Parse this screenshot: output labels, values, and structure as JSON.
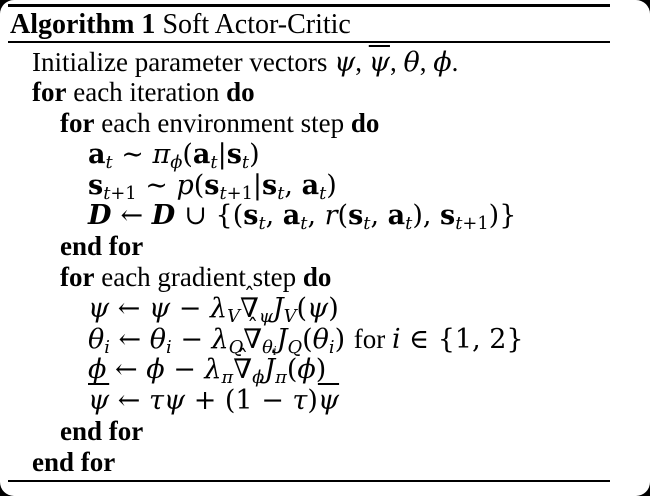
{
  "colors": {
    "background": "#ffffff",
    "text": "#000000",
    "corner": "#000000",
    "rule": "#000000"
  },
  "algorithm": {
    "label": "Algorithm 1",
    "title": "Soft Actor-Critic",
    "lines": [
      {
        "indent": 0,
        "tokens": [
          {
            "r": "Initialize parameter vectors "
          },
          {
            "i": "ψ"
          },
          {
            "r": ", "
          },
          {
            "bar": [
              {
                "i": "ψ"
              }
            ]
          },
          {
            "r": ", "
          },
          {
            "i": "θ"
          },
          {
            "r": ", "
          },
          {
            "i": "ϕ"
          },
          {
            "r": "."
          }
        ]
      },
      {
        "indent": 0,
        "tokens": [
          {
            "b": "for"
          },
          {
            "r": " each iteration "
          },
          {
            "b": "do"
          }
        ]
      },
      {
        "indent": 1,
        "tokens": [
          {
            "b": "for"
          },
          {
            "r": " each environment step "
          },
          {
            "b": "do"
          }
        ]
      },
      {
        "indent": 2,
        "tokens": [
          {
            "bf": "a"
          },
          {
            "sub": [
              {
                "i": "t"
              }
            ]
          },
          {
            "m": " ∼ "
          },
          {
            "i": "π"
          },
          {
            "sub": [
              {
                "i": "ϕ"
              }
            ]
          },
          {
            "m": "("
          },
          {
            "bf": "a"
          },
          {
            "sub": [
              {
                "i": "t"
              }
            ]
          },
          {
            "m": "|"
          },
          {
            "bf": "s"
          },
          {
            "sub": [
              {
                "i": "t"
              }
            ]
          },
          {
            "m": ")"
          }
        ]
      },
      {
        "indent": 2,
        "tokens": [
          {
            "bf": "s"
          },
          {
            "sub": [
              {
                "i": "t"
              },
              {
                "m": "+1"
              }
            ]
          },
          {
            "m": " ∼ "
          },
          {
            "i": "p"
          },
          {
            "m": "("
          },
          {
            "bf": "s"
          },
          {
            "sub": [
              {
                "i": "t"
              },
              {
                "m": "+1"
              }
            ]
          },
          {
            "m": "|"
          },
          {
            "bf": "s"
          },
          {
            "sub": [
              {
                "i": "t"
              }
            ]
          },
          {
            "m": ", "
          },
          {
            "bf": "a"
          },
          {
            "sub": [
              {
                "i": "t"
              }
            ]
          },
          {
            "m": ")"
          }
        ]
      },
      {
        "indent": 2,
        "tokens": [
          {
            "scr": "D"
          },
          {
            "m": " ← "
          },
          {
            "scr": "D"
          },
          {
            "m": " ∪ {("
          },
          {
            "bf": "s"
          },
          {
            "sub": [
              {
                "i": "t"
              }
            ]
          },
          {
            "m": ", "
          },
          {
            "bf": "a"
          },
          {
            "sub": [
              {
                "i": "t"
              }
            ]
          },
          {
            "m": ", "
          },
          {
            "i": "r"
          },
          {
            "m": "("
          },
          {
            "bf": "s"
          },
          {
            "sub": [
              {
                "i": "t"
              }
            ]
          },
          {
            "m": ", "
          },
          {
            "bf": "a"
          },
          {
            "sub": [
              {
                "i": "t"
              }
            ]
          },
          {
            "m": "), "
          },
          {
            "bf": "s"
          },
          {
            "sub": [
              {
                "i": "t"
              },
              {
                "m": "+1"
              }
            ]
          },
          {
            "m": ")}"
          }
        ]
      },
      {
        "indent": 1,
        "tokens": [
          {
            "b": "end for"
          }
        ]
      },
      {
        "indent": 1,
        "tokens": [
          {
            "b": "for"
          },
          {
            "r": " each gradient step "
          },
          {
            "b": "do"
          }
        ]
      },
      {
        "indent": 2,
        "tokens": [
          {
            "i": "ψ"
          },
          {
            "m": " ← "
          },
          {
            "i": "ψ"
          },
          {
            "m": " − "
          },
          {
            "i": "λ"
          },
          {
            "sub": [
              {
                "i": "V"
              }
            ]
          },
          {
            "hat": "∇"
          },
          {
            "sub": [
              {
                "i": "ψ"
              }
            ]
          },
          {
            "i": "J"
          },
          {
            "sub": [
              {
                "i": "V"
              }
            ]
          },
          {
            "m": "("
          },
          {
            "i": "ψ"
          },
          {
            "m": ")"
          }
        ]
      },
      {
        "indent": 2,
        "tokens": [
          {
            "i": "θ"
          },
          {
            "sub": [
              {
                "i": "i"
              }
            ]
          },
          {
            "m": " ← "
          },
          {
            "i": "θ"
          },
          {
            "sub": [
              {
                "i": "i"
              }
            ]
          },
          {
            "m": " − "
          },
          {
            "i": "λ"
          },
          {
            "sub": [
              {
                "i": "Q"
              }
            ]
          },
          {
            "hat": "∇"
          },
          {
            "sub": [
              {
                "i": "θ"
              },
              {
                "sub": [
                  {
                    "i": "i"
                  }
                ]
              }
            ]
          },
          {
            "i": "J"
          },
          {
            "sub": [
              {
                "i": "Q"
              }
            ]
          },
          {
            "m": "("
          },
          {
            "i": "θ"
          },
          {
            "sub": [
              {
                "i": "i"
              }
            ]
          },
          {
            "m": ") "
          },
          {
            "r": "for "
          },
          {
            "i": "i"
          },
          {
            "m": " ∈ {1, 2}"
          }
        ]
      },
      {
        "indent": 2,
        "tokens": [
          {
            "i": "ϕ"
          },
          {
            "m": " ← "
          },
          {
            "i": "ϕ"
          },
          {
            "m": " − "
          },
          {
            "i": "λ"
          },
          {
            "sub": [
              {
                "i": "π"
              }
            ]
          },
          {
            "hat": "∇"
          },
          {
            "sub": [
              {
                "i": "ϕ"
              }
            ]
          },
          {
            "i": "J"
          },
          {
            "sub": [
              {
                "i": "π"
              }
            ]
          },
          {
            "m": "("
          },
          {
            "i": "ϕ"
          },
          {
            "m": ")"
          }
        ]
      },
      {
        "indent": 2,
        "tokens": [
          {
            "bar": [
              {
                "i": "ψ"
              }
            ]
          },
          {
            "m": " ← "
          },
          {
            "i": "τψ"
          },
          {
            "m": " + (1 − "
          },
          {
            "i": "τ"
          },
          {
            "m": ")"
          },
          {
            "bar": [
              {
                "i": "ψ"
              }
            ]
          }
        ]
      },
      {
        "indent": 1,
        "tokens": [
          {
            "b": "end for"
          }
        ]
      },
      {
        "indent": 0,
        "tokens": [
          {
            "b": "end for"
          }
        ]
      }
    ]
  }
}
